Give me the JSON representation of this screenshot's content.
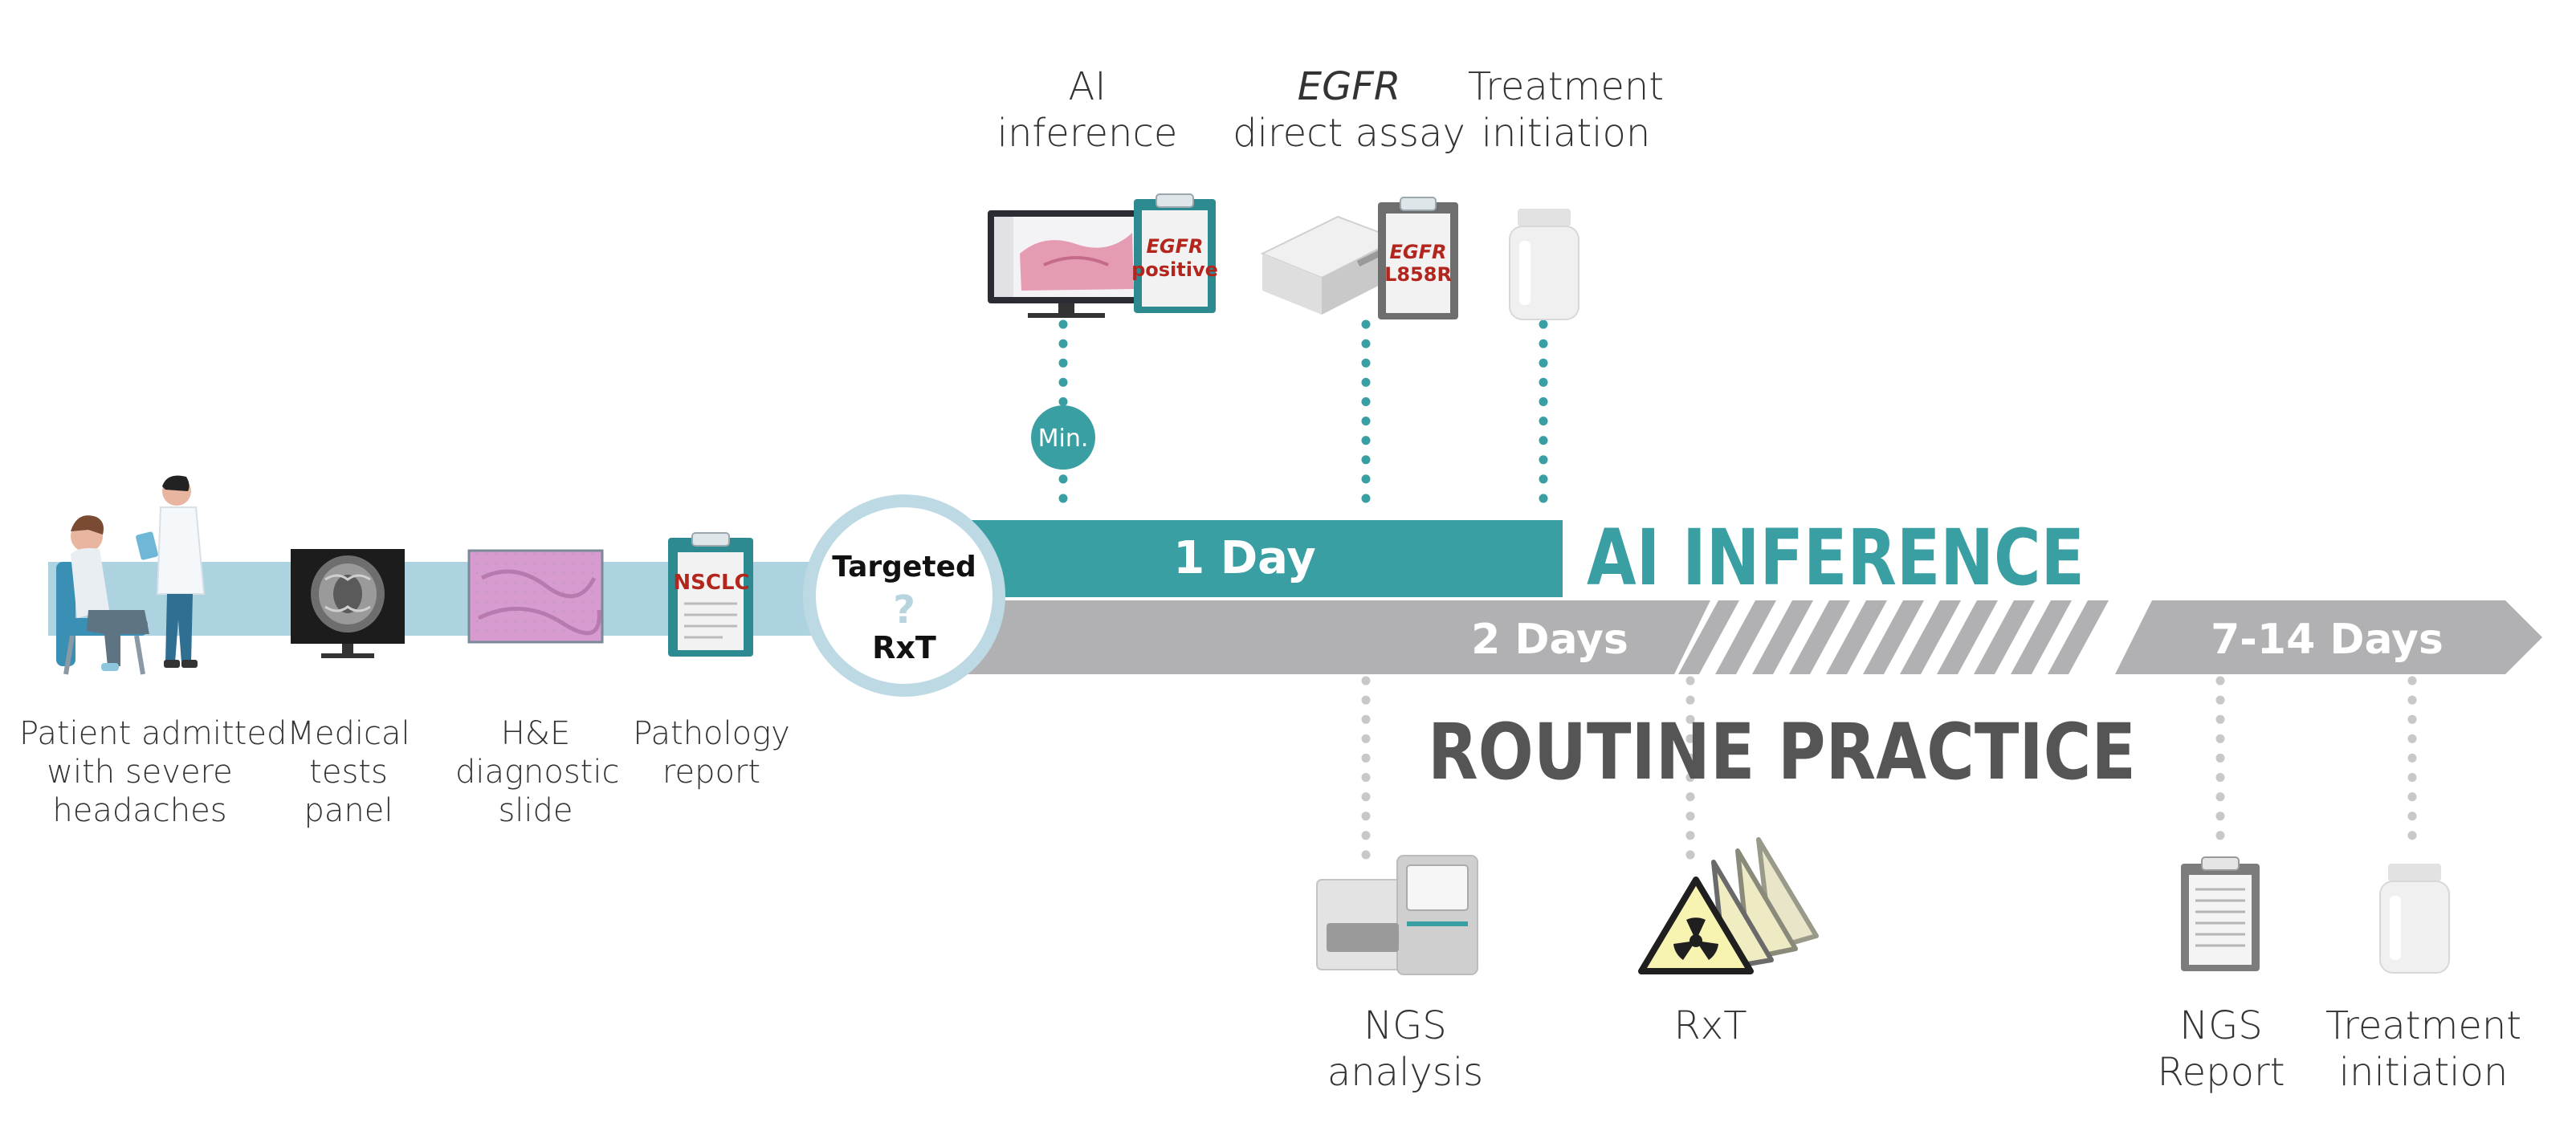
{
  "colors": {
    "teal": "#3a9fa3",
    "light_blue": "#aed3e0",
    "gray_bar": "#b1b1b3",
    "dark_text": "#555555",
    "label_text": "#333333",
    "red_text": "#b3261e"
  },
  "left_steps": [
    {
      "lines": [
        "Patient admitted",
        "with severe",
        "headaches"
      ],
      "icon": "patient-doctor-icon"
    },
    {
      "lines": [
        "Medical",
        "tests",
        "panel"
      ],
      "icon": "brain-scan-monitor-icon"
    },
    {
      "lines": [
        "H&E",
        "diagnostic",
        "slide"
      ],
      "icon": "tissue-slide-icon"
    },
    {
      "lines": [
        "Pathology",
        "report"
      ],
      "icon": "clipboard-report-icon"
    }
  ],
  "clipboard_label": "NSCLC",
  "decision": {
    "line1": "Targeted",
    "mark": "?",
    "line2": "RxT"
  },
  "ai_track": {
    "duration": "1 Day",
    "title": "AI INFERENCE",
    "min_badge": "Min.",
    "steps": [
      {
        "lines": [
          "AI",
          "inference"
        ],
        "icon": "monitor-slide-icon",
        "clip_line1": "EGFR",
        "clip_line2": "positive"
      },
      {
        "line1_italic": "EGFR",
        "line2": "direct assay",
        "icon": "assay-machine-icon",
        "clip_line1": "EGFR",
        "clip_line2": "L858R"
      },
      {
        "lines": [
          "Treatment",
          "initiation"
        ],
        "icon": "pill-bottle-icon"
      }
    ]
  },
  "routine_track": {
    "duration_short": "2 Days",
    "duration_long": "7-14 Days",
    "title": "ROUTINE PRACTICE",
    "steps": [
      {
        "lines": [
          "NGS",
          "analysis"
        ],
        "icon": "sequencer-icon"
      },
      {
        "lines": [
          "RxT"
        ],
        "icon": "radiation-warning-icon"
      },
      {
        "lines": [
          "NGS",
          "Report"
        ],
        "icon": "report-icon"
      },
      {
        "lines": [
          "Treatment",
          "initiation"
        ],
        "icon": "pill-bottle-icon"
      }
    ]
  }
}
